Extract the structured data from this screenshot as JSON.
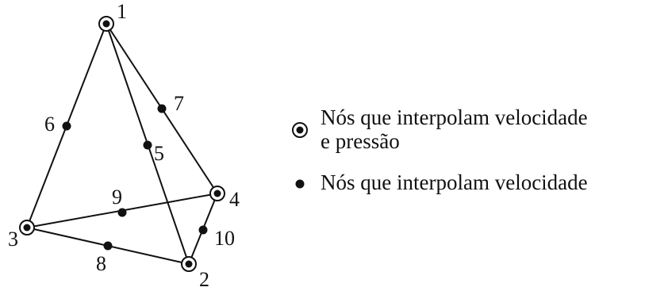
{
  "nodes": [
    {
      "id": "1",
      "type": "velocity-pressure"
    },
    {
      "id": "2",
      "type": "velocity-pressure"
    },
    {
      "id": "3",
      "type": "velocity-pressure"
    },
    {
      "id": "4",
      "type": "velocity-pressure"
    },
    {
      "id": "5",
      "type": "velocity"
    },
    {
      "id": "6",
      "type": "velocity"
    },
    {
      "id": "7",
      "type": "velocity"
    },
    {
      "id": "8",
      "type": "velocity"
    },
    {
      "id": "9",
      "type": "velocity"
    },
    {
      "id": "10",
      "type": "velocity"
    }
  ],
  "edges": [
    [
      "1",
      "3"
    ],
    [
      "1",
      "2"
    ],
    [
      "1",
      "4"
    ],
    [
      "3",
      "2"
    ],
    [
      "3",
      "4"
    ],
    [
      "4",
      "2"
    ]
  ],
  "legend": {
    "vertex_nodes": {
      "line1": "Nós que interpolam velocidade",
      "line2": "e pressão",
      "icon": "double-circle-node-icon"
    },
    "mid_nodes": {
      "line1": "Nós que interpolam velocidade",
      "icon": "filled-dot-node-icon"
    }
  },
  "colors": {
    "ink": "#111111",
    "background": "#ffffff"
  }
}
